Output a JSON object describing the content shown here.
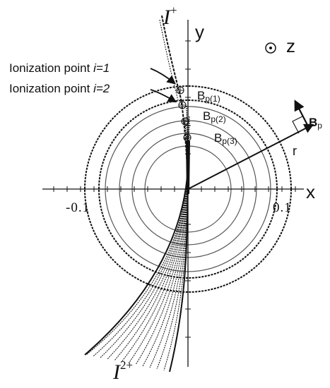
{
  "labels": {
    "ion_plus": {
      "base": "I",
      "sup": "+"
    },
    "ion_2plus": {
      "base": "I",
      "sup": "2+"
    },
    "ionization_1": {
      "prefix": "Ionization point ",
      "index": "i=1"
    },
    "ionization_2": {
      "prefix": "Ionization point ",
      "index": "i=2"
    },
    "axis_x": "x",
    "axis_y": "y",
    "axis_z": "z",
    "r": "r",
    "field_vector": {
      "base": "B",
      "sub": "p"
    },
    "field_labels": [
      {
        "base": "B",
        "sub": "p(1)"
      },
      {
        "base": "B",
        "sub": "p(2)"
      },
      {
        "base": "B",
        "sub": "p(3)"
      }
    ],
    "tick_neg": "-0.1",
    "tick_pos": "0.1"
  },
  "colors": {
    "ink": "#111111",
    "gray": "#555555",
    "background": "#ffffff"
  }
}
